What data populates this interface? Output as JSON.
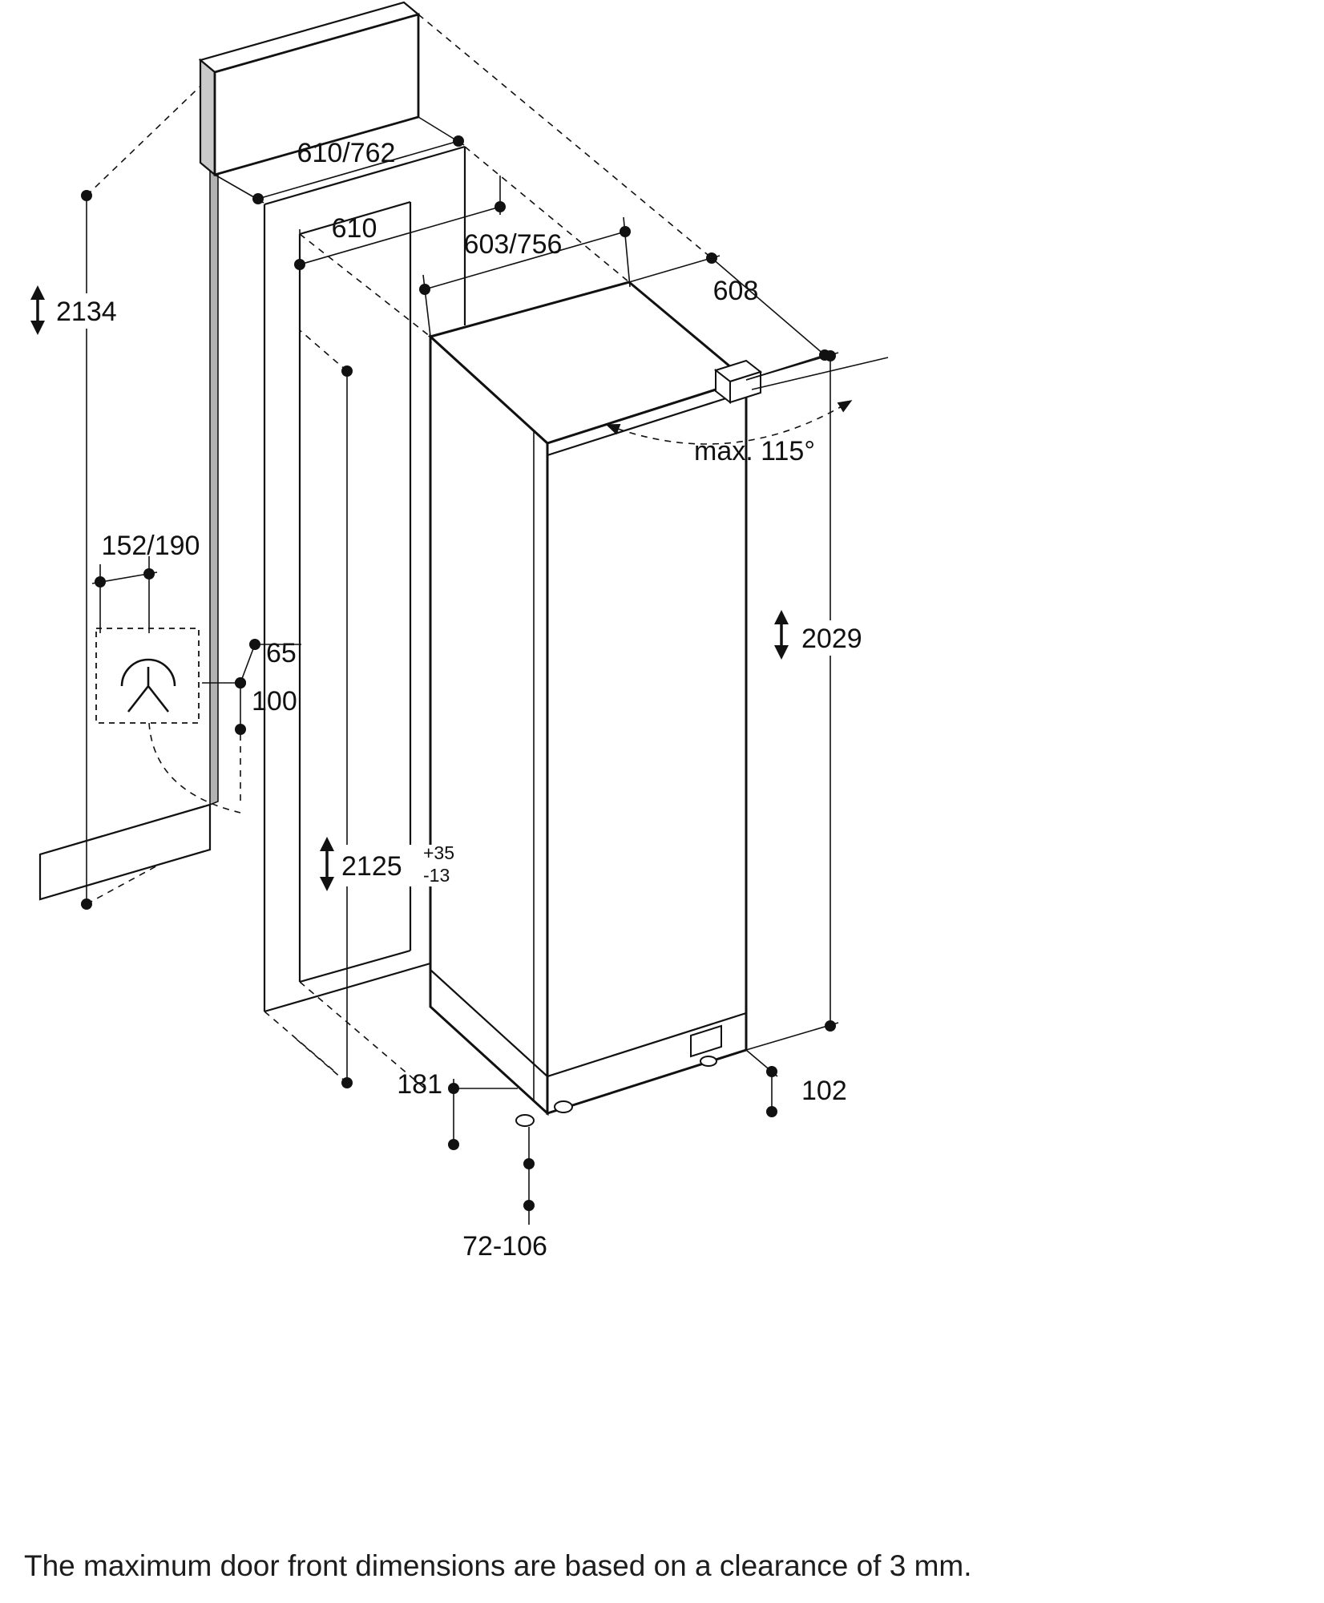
{
  "diagram": {
    "caption": "The maximum door front dimensions are based on a clearance of 3 mm.",
    "colors": {
      "line": "#111111",
      "wall_shading": "#b3b3b3",
      "panel_side_shading": "#c9c9c9",
      "background": "#ffffff"
    },
    "dims": {
      "panel_width": "610/762",
      "niche_width": "610",
      "door_front_width": "603/756",
      "appliance_depth": "608",
      "total_height": "2134",
      "door_angle": "max. 115°",
      "outlet_span": "152/190",
      "outlet_offset": "65",
      "outlet_height": "100",
      "appliance_height": "2029",
      "niche_height": "2125",
      "niche_height_tol_plus": "+35",
      "niche_height_tol_minus": "-13",
      "base_left": "181",
      "base_right": "102",
      "feet_range": "72-106"
    }
  }
}
